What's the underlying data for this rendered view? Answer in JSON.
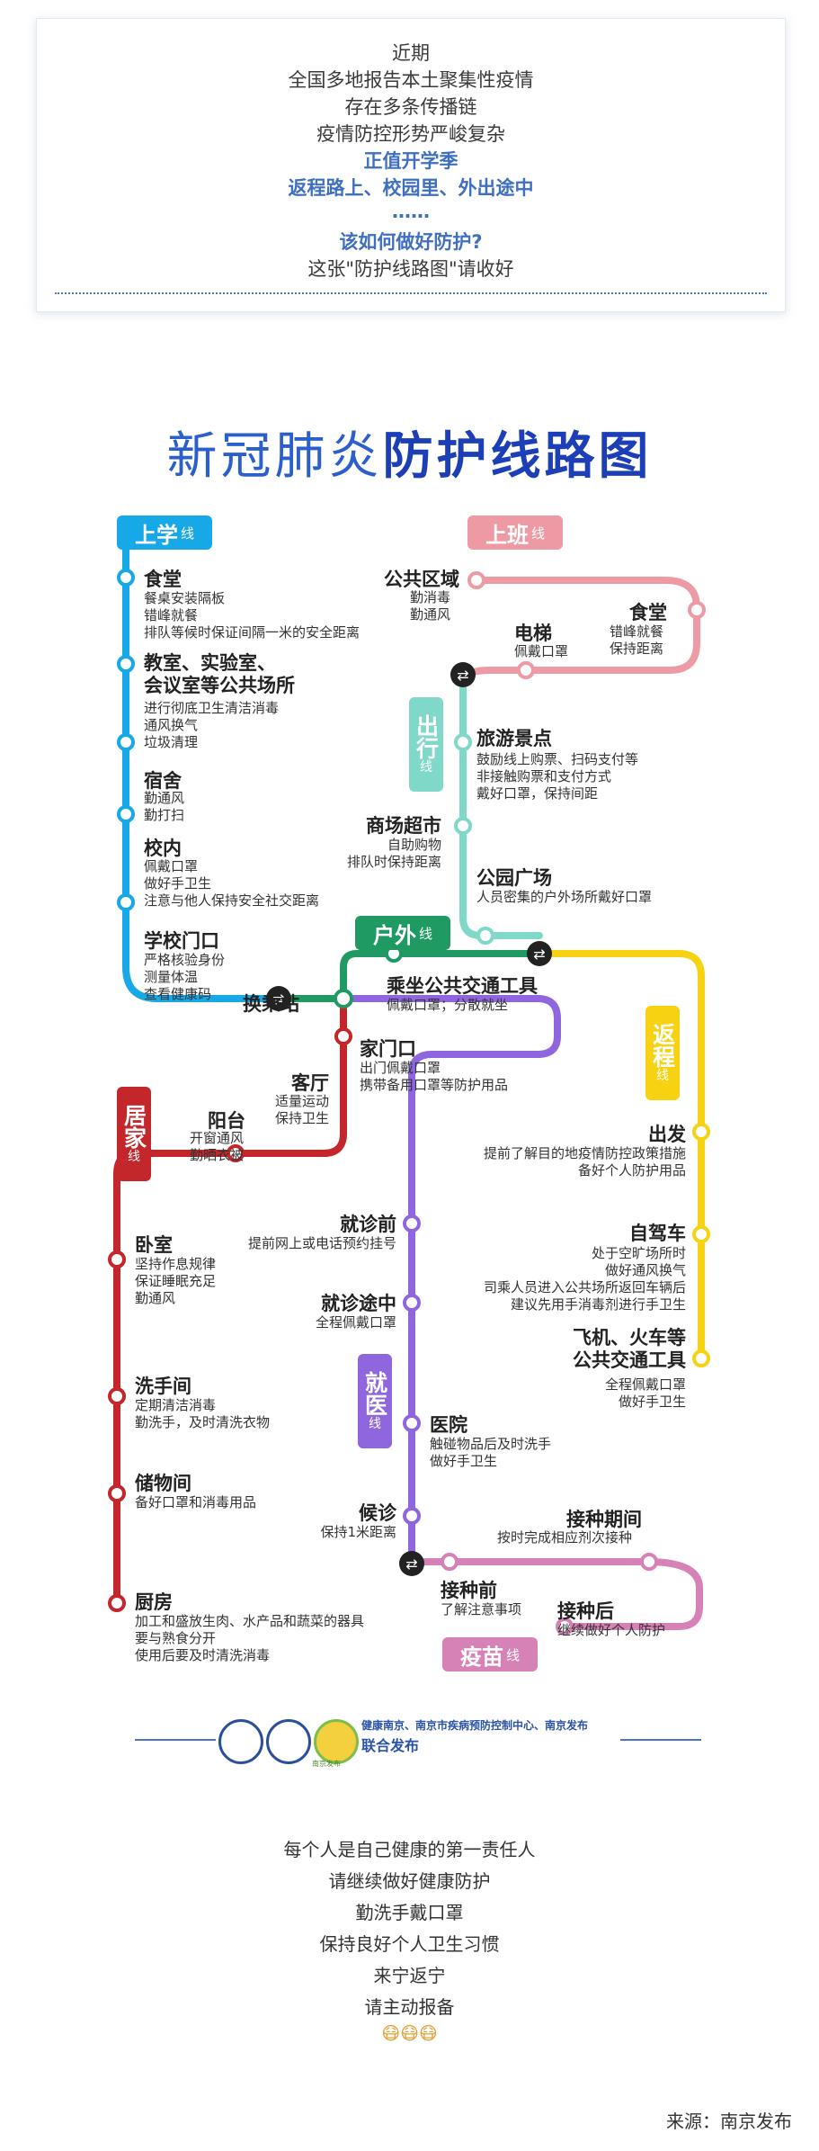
{
  "intro": {
    "lines": [
      "近期",
      "全国多地报告本土聚集性疫情",
      "存在多条传播链",
      "疫情防控形势严峻复杂"
    ],
    "em_lines": [
      "正值开学季",
      "返程路上、校园里、外出途中",
      "……",
      "该如何做好防护?"
    ],
    "last_line": "这张\"防护线路图\"请收好"
  },
  "title": {
    "part1": "新冠肺炎",
    "part2": "防护线路图"
  },
  "colors": {
    "school": "#17a8e8",
    "work": "#ee9aa5",
    "outdoor_trip": "#7fd8c8",
    "outdoor": "#1f9a62",
    "home": "#c3262b",
    "medical": "#8f66dd",
    "return": "#f6d212",
    "vaccine": "#d782b7"
  },
  "badges": {
    "school": {
      "big": "上学",
      "small": "线"
    },
    "work": {
      "big": "上班",
      "small": "线"
    },
    "trip": {
      "big": "出行",
      "small": "线"
    },
    "outdoor": {
      "big": "户外",
      "small": "线"
    },
    "home": {
      "big": "居家",
      "small": "线"
    },
    "return": {
      "big": "返程",
      "small": "线"
    },
    "medical": {
      "big": "就医",
      "small": "线"
    },
    "vaccine": {
      "big": "疫苗",
      "small": "线"
    }
  },
  "stations": {
    "canteen_school": {
      "name": "食堂",
      "desc": "餐桌安装隔板\n错峰就餐\n排队等候时保证间隔一米的安全距离"
    },
    "classroom": {
      "name": "教室、实验室、\n会议室等公共场所",
      "desc": "进行彻底卫生清洁消毒\n通风换气\n垃圾清理"
    },
    "dorm": {
      "name": "宿舍",
      "desc": "勤通风\n勤打扫"
    },
    "campus": {
      "name": "校内",
      "desc": "佩戴口罩\n做好手卫生\n注意与他人保持安全社交距离"
    },
    "gate": {
      "name": "学校门口",
      "desc": "严格核验身份\n测量体温\n查看健康码"
    },
    "transfer": {
      "name": "换乘站"
    },
    "public_area": {
      "name": "公共区域",
      "desc": "勤消毒\n勤通风"
    },
    "canteen_work": {
      "name": "食堂",
      "desc": "错峰就餐\n保持距离"
    },
    "elevator": {
      "name": "电梯",
      "desc": "佩戴口罩"
    },
    "scenic": {
      "name": "旅游景点",
      "desc": "鼓励线上购票、扫码支付等\n非接触购票和支付方式\n戴好口罩，保持间距"
    },
    "mall": {
      "name": "商场超市",
      "desc": "自助购物\n排队时保持距离"
    },
    "park": {
      "name": "公园广场",
      "desc": "人员密集的户外场所戴好口罩"
    },
    "transit": {
      "name": "乘坐公共交通工具",
      "desc": "佩戴口罩；分散就坐"
    },
    "door": {
      "name": "家门口",
      "desc": "出门佩戴口罩\n携带备用口罩等防护用品"
    },
    "living": {
      "name": "客厅",
      "desc": "适量运动\n保持卫生"
    },
    "balcony": {
      "name": "阳台",
      "desc": "开窗通风\n勤晒衣被"
    },
    "bedroom": {
      "name": "卧室",
      "desc": "坚持作息规律\n保证睡眠充足\n勤通风"
    },
    "washroom": {
      "name": "洗手间",
      "desc": "定期清洁消毒\n勤洗手，及时清洗衣物"
    },
    "storage": {
      "name": "储物间",
      "desc": "备好口罩和消毒用品"
    },
    "kitchen": {
      "name": "厨房",
      "desc": "加工和盛放生肉、水产品和蔬菜的器具\n要与熟食分开\n使用后要及时清洗消毒"
    },
    "depart": {
      "name": "出发",
      "desc": "提前了解目的地疫情防控政策措施\n备好个人防护用品"
    },
    "car": {
      "name": "自驾车",
      "desc": "处于空旷场所时\n做好通风换气\n司乘人员进入公共场所返回车辆后\n建议先用手消毒剂进行手卫生"
    },
    "plane": {
      "name": "飞机、火车等\n公共交通工具",
      "desc": "全程佩戴口罩\n做好手卫生"
    },
    "before_visit": {
      "name": "就诊前",
      "desc": "提前网上或电话预约挂号"
    },
    "on_way": {
      "name": "就诊途中",
      "desc": "全程佩戴口罩"
    },
    "hospital": {
      "name": "医院",
      "desc": "触碰物品后及时洗手\n做好手卫生"
    },
    "waiting": {
      "name": "候诊",
      "desc": "保持1米距离"
    },
    "vac_period": {
      "name": "接种期间",
      "desc": "按时完成相应剂次接种"
    },
    "vac_before": {
      "name": "接种前",
      "desc": "了解注意事项"
    },
    "vac_after": {
      "name": "接种后",
      "desc": "继续做好个人防护"
    }
  },
  "issuer": {
    "orgs": "健康南京、南京市疾病预防控制中心、南京发布",
    "joint": "联合发布"
  },
  "logo_text": "南京发布",
  "footer": {
    "lines": [
      "每个人是自己健康的第一责任人",
      "请继续做好健康防护",
      "勤洗手戴口罩",
      "保持良好个人卫生习惯",
      "来宁返宁",
      "请主动报备"
    ],
    "emoji": "😷😷😷",
    "source": "来源：南京发布"
  }
}
